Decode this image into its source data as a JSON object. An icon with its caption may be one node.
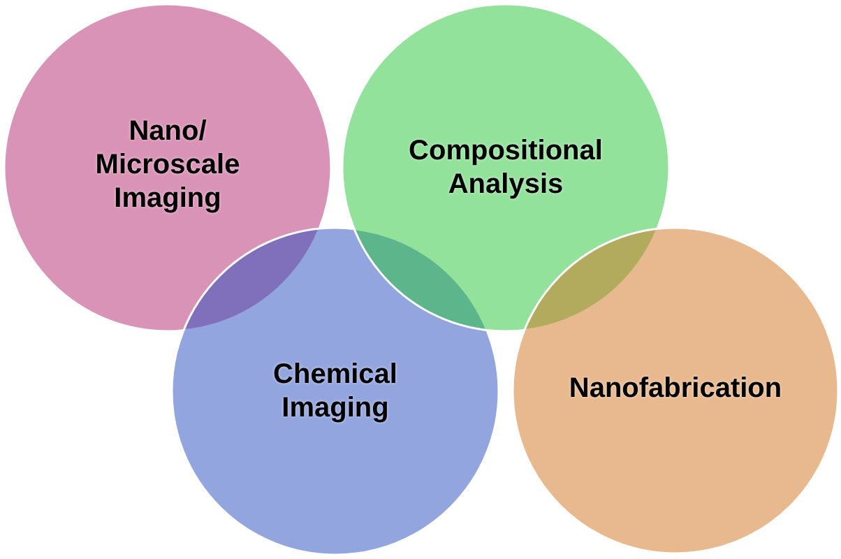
{
  "diagram": {
    "nodes": [
      {
        "text": [
          "Nano/ Microscale Imaging"
        ]
      },
      {
        "text": [
          "Compositional Analysis"
        ]
      },
      {
        "text": [
          "Chemical Imaging"
        ]
      },
      {
        "text": [
          "Nanofabrication"
        ]
      }
    ]
  }
}
